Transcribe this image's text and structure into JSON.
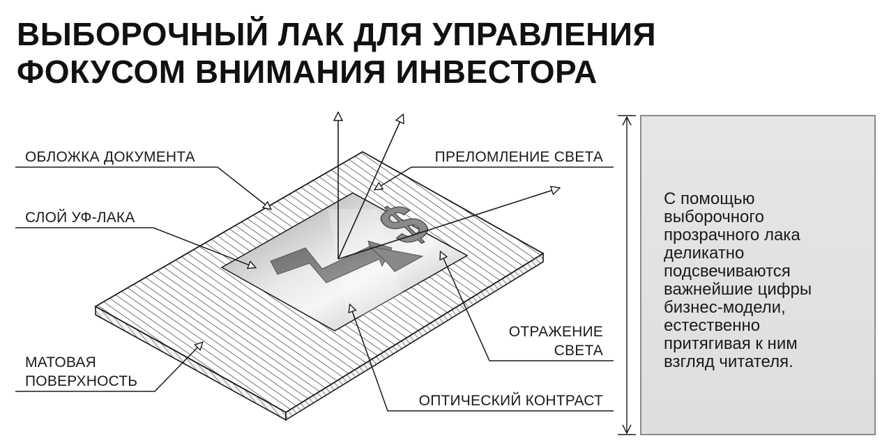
{
  "title": {
    "line1": "ВЫБОРОЧНЫЙ ЛАК ДЛЯ УПРАВЛЕНИЯ",
    "line2": "ФОКУСОМ ВНИМАНИЯ ИНВЕСТОРА"
  },
  "labels": {
    "cover": "ОБЛОЖКА ДОКУМЕНТА",
    "uv_layer": "СЛОЙ УФ-ЛАКА",
    "matte_line1": "МАТОВАЯ",
    "matte_line2": "ПОВЕРХНОСТЬ",
    "refraction": "ПРЕЛОМЛЕНИЕ СВЕТА",
    "reflection_line1": "ОТРАЖЕНИЕ",
    "reflection_line2": "СВЕТА",
    "contrast": "ОПТИЧЕСКИЙ КОНТРАСТ"
  },
  "panel": {
    "lines": [
      "С помощью",
      "выборочного",
      "прозрачного лака",
      "деликатно",
      "подсвечиваются",
      "важнейшие цифры",
      "бизнес-модели,",
      "естественно",
      "притягивая к ним",
      "взгляд читателя."
    ]
  },
  "icons": {
    "center": "dollar-growth-arrow-icon"
  },
  "colors": {
    "text": "#1a1a1a",
    "panel_bg": "#e2e2e2",
    "panel_border": "#8a8a8a",
    "varnish_light": "#f2f2f2",
    "varnish_dark": "#8e8e8e"
  }
}
